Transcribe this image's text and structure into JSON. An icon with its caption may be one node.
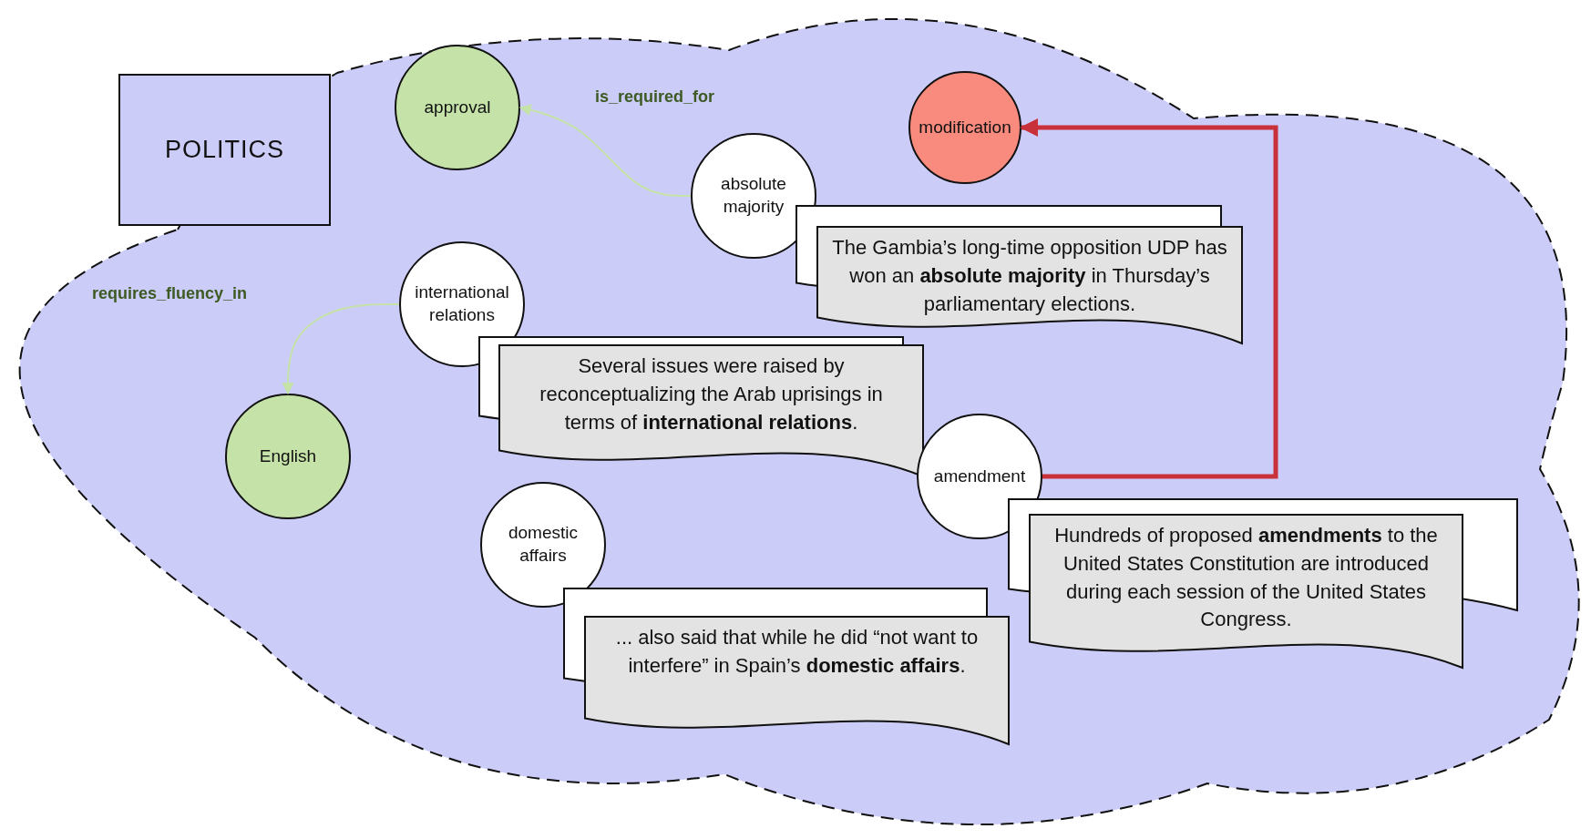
{
  "diagram": {
    "nodes": [
      {
        "text": [],
        "shape": "cloud"
      },
      {
        "text": [
          "POLITICS"
        ]
      },
      {
        "text": [
          "approval"
        ],
        "in": 0
      },
      {
        "text": [
          "absolute majority"
        ],
        "in": 0
      },
      {
        "text": [
          "The Gambia’s long-time opposition UDP has won an **absolute majority** in Thursday’s parliamentary elections."
        ],
        "in": 0
      },
      {
        "text": [
          "modification"
        ],
        "in": 0
      },
      {
        "text": [
          "international relations"
        ],
        "in": 0
      },
      {
        "text": [
          "Several issues were raised by reconceptualizing the Arab uprisings in terms of **international relations**."
        ],
        "in": 0
      },
      {
        "text": [
          "English"
        ],
        "in": 0
      },
      {
        "text": [
          "domestic affairs"
        ],
        "in": 0
      },
      {
        "text": [
          "... also said that while he did “not want to interfere” in Spain’s **domestic affairs**."
        ],
        "in": 0
      },
      {
        "text": [
          "amendment"
        ],
        "in": 0
      },
      {
        "text": [
          "Hundreds of proposed **amendments** to the United States Constitution are introduced during each session of the United States Congress."
        ],
        "in": 0
      }
    ],
    "edges": [
      {
        "from": 3,
        "to": 2,
        "arrow": "to",
        "label": "is_required_for"
      },
      {
        "from": 6,
        "to": 8,
        "arrow": "to",
        "label": "requires_fluency_in"
      },
      {
        "from": 11,
        "to": 5,
        "arrow": "to",
        "style": "thick",
        "color": "#c8303a"
      }
    ]
  }
}
